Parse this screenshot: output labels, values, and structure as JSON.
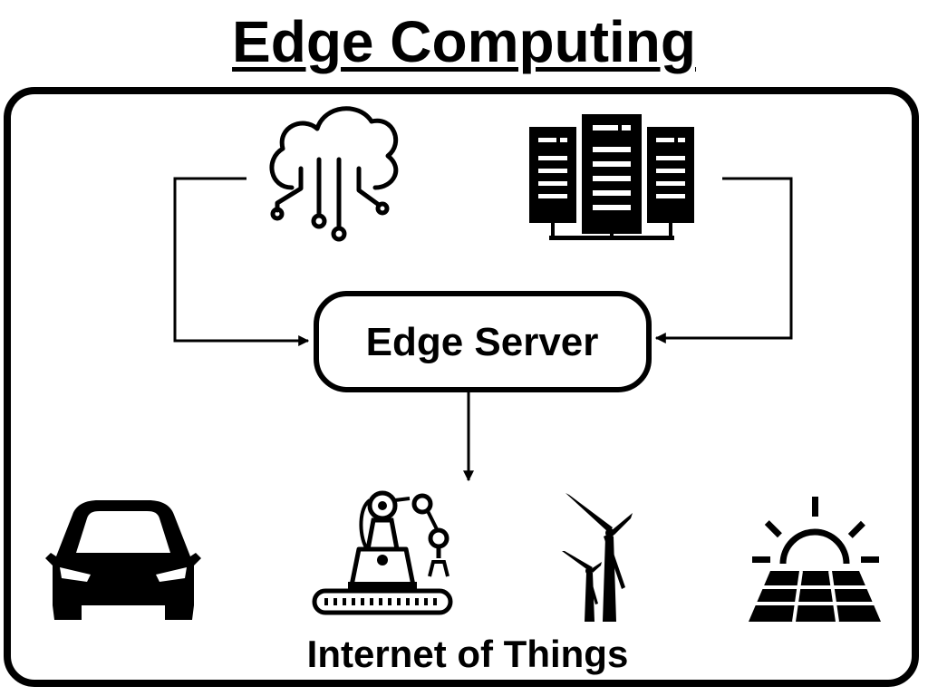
{
  "diagram": {
    "title": "Edge Computing",
    "nodes": {
      "cloud": {
        "icon": "cloud-network-icon"
      },
      "servers": {
        "icon": "server-rack-icon"
      },
      "edge_server": {
        "label": "Edge Server"
      },
      "iot": {
        "label": "Internet of Things",
        "devices": [
          {
            "icon": "car-icon"
          },
          {
            "icon": "robotic-arm-icon"
          },
          {
            "icon": "wind-turbine-icon"
          },
          {
            "icon": "solar-panel-icon"
          }
        ]
      }
    },
    "edges": [
      {
        "from": "cloud",
        "to": "edge_server"
      },
      {
        "from": "servers",
        "to": "edge_server"
      },
      {
        "from": "edge_server",
        "to": "iot"
      }
    ],
    "colors": {
      "stroke": "#000000",
      "background": "#ffffff"
    }
  }
}
